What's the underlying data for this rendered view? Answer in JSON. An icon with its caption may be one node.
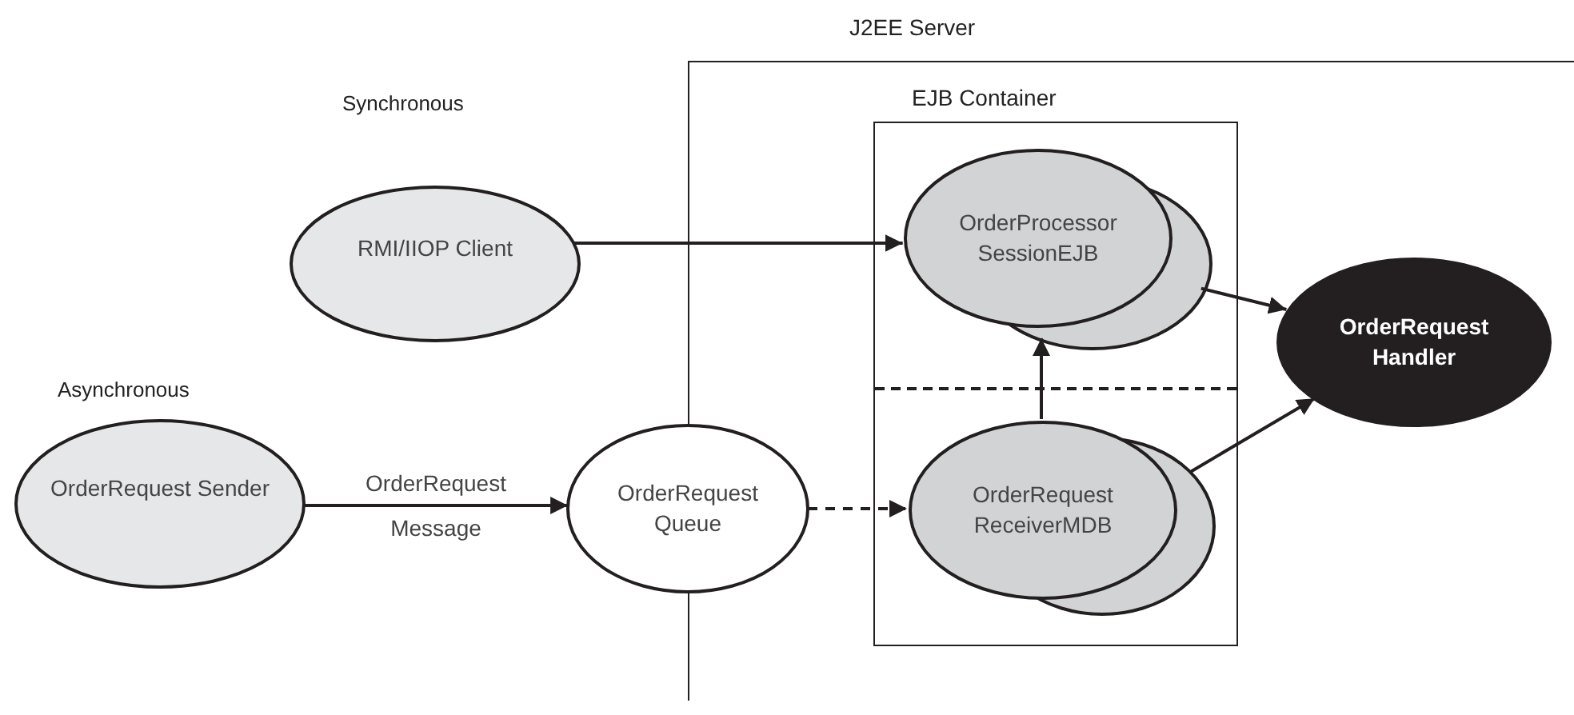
{
  "diagram": {
    "nodes": [
      {
        "text": [
          "J2EE Server"
        ]
      },
      {
        "text": [
          "RMI/IIOP Client"
        ],
        "beside": [
          "Synchronous"
        ]
      },
      {
        "text": [
          "EJB Container"
        ],
        "in": 0
      },
      {
        "text": [
          "OrderProcessor SessionEJB"
        ],
        "in": 2
      },
      {
        "text": [
          "OrderRequest Handler"
        ],
        "in": 0
      },
      {
        "text": [
          "OrderRequest Sender"
        ],
        "beside": [
          "Asynchronous"
        ]
      },
      {
        "text": [
          "OrderRequest Queue"
        ]
      },
      {
        "text": [
          "OrderRequest ReceiverMDB"
        ],
        "in": 2
      }
    ],
    "edges": [
      {
        "from": 1,
        "to": 3,
        "arrow": "to"
      },
      {
        "from": 3,
        "to": 4,
        "arrow": "to"
      },
      {
        "from": 7,
        "to": 3,
        "arrow": "to"
      },
      {
        "from": 7,
        "to": 4,
        "arrow": "to"
      },
      {
        "from": 5,
        "to": 6,
        "arrow": "to",
        "label": "OrderRequest Message"
      },
      {
        "from": 6,
        "to": 7,
        "arrow": "to",
        "style": "dashed"
      }
    ]
  }
}
